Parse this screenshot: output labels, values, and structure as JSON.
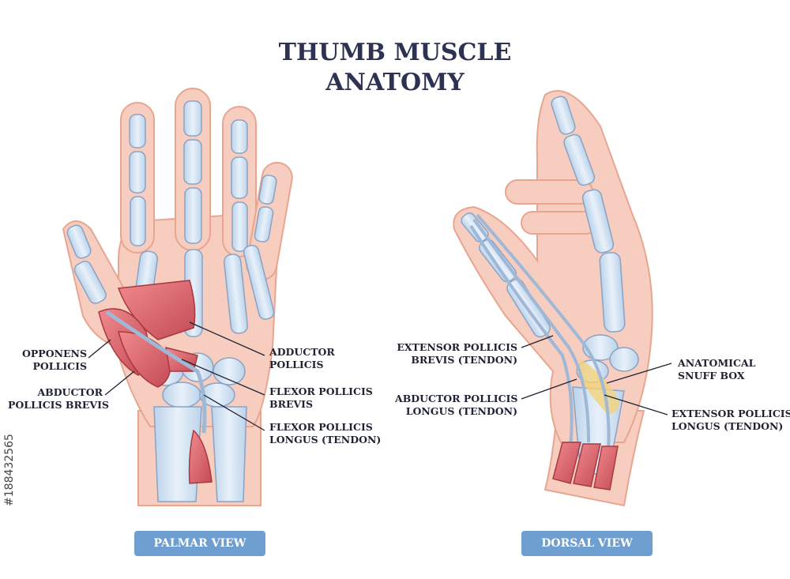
{
  "title": {
    "line1": "THUMB MUSCLE",
    "line2": "ANATOMY"
  },
  "palmar": {
    "view_label": "PALMAR VIEW",
    "labels": {
      "opponens_1": "OPPONENS",
      "opponens_2": "POLLICIS",
      "abductor_brevis_1": "ABDUCTOR",
      "abductor_brevis_2": "POLLICIS BREVIS",
      "adductor_1": "ADDUCTOR",
      "adductor_2": "POLLICIS",
      "flexor_brevis_1": "FLEXOR POLLICIS",
      "flexor_brevis_2": "BREVIS",
      "flexor_longus_1": "FLEXOR POLLICIS",
      "flexor_longus_2": "LONGUS (TENDON)"
    }
  },
  "dorsal": {
    "view_label": "DORSAL VIEW",
    "labels": {
      "ext_brevis_1": "EXTENSOR POLLICIS",
      "ext_brevis_2": "BREVIS (TENDON)",
      "abd_longus_1": "ABDUCTOR POLLICIS",
      "abd_longus_2": "LONGUS (TENDON)",
      "snuff_1": "ANATOMICAL",
      "snuff_2": "SNUFF BOX",
      "ext_longus_1": "EXTENSOR POLLICIS",
      "ext_longus_2": "LONGUS (TENDON)"
    }
  },
  "stock_id": "#188432565",
  "colors": {
    "skin": "#f6cdbf",
    "skin_outline": "#e8a58f",
    "bone": "#d4e4f3",
    "bone_outline": "#8aa3c4",
    "muscle": "#d9636a",
    "snuff_box": "#f3d27a",
    "button": "#6f9fd0",
    "title": "#2d3152"
  }
}
